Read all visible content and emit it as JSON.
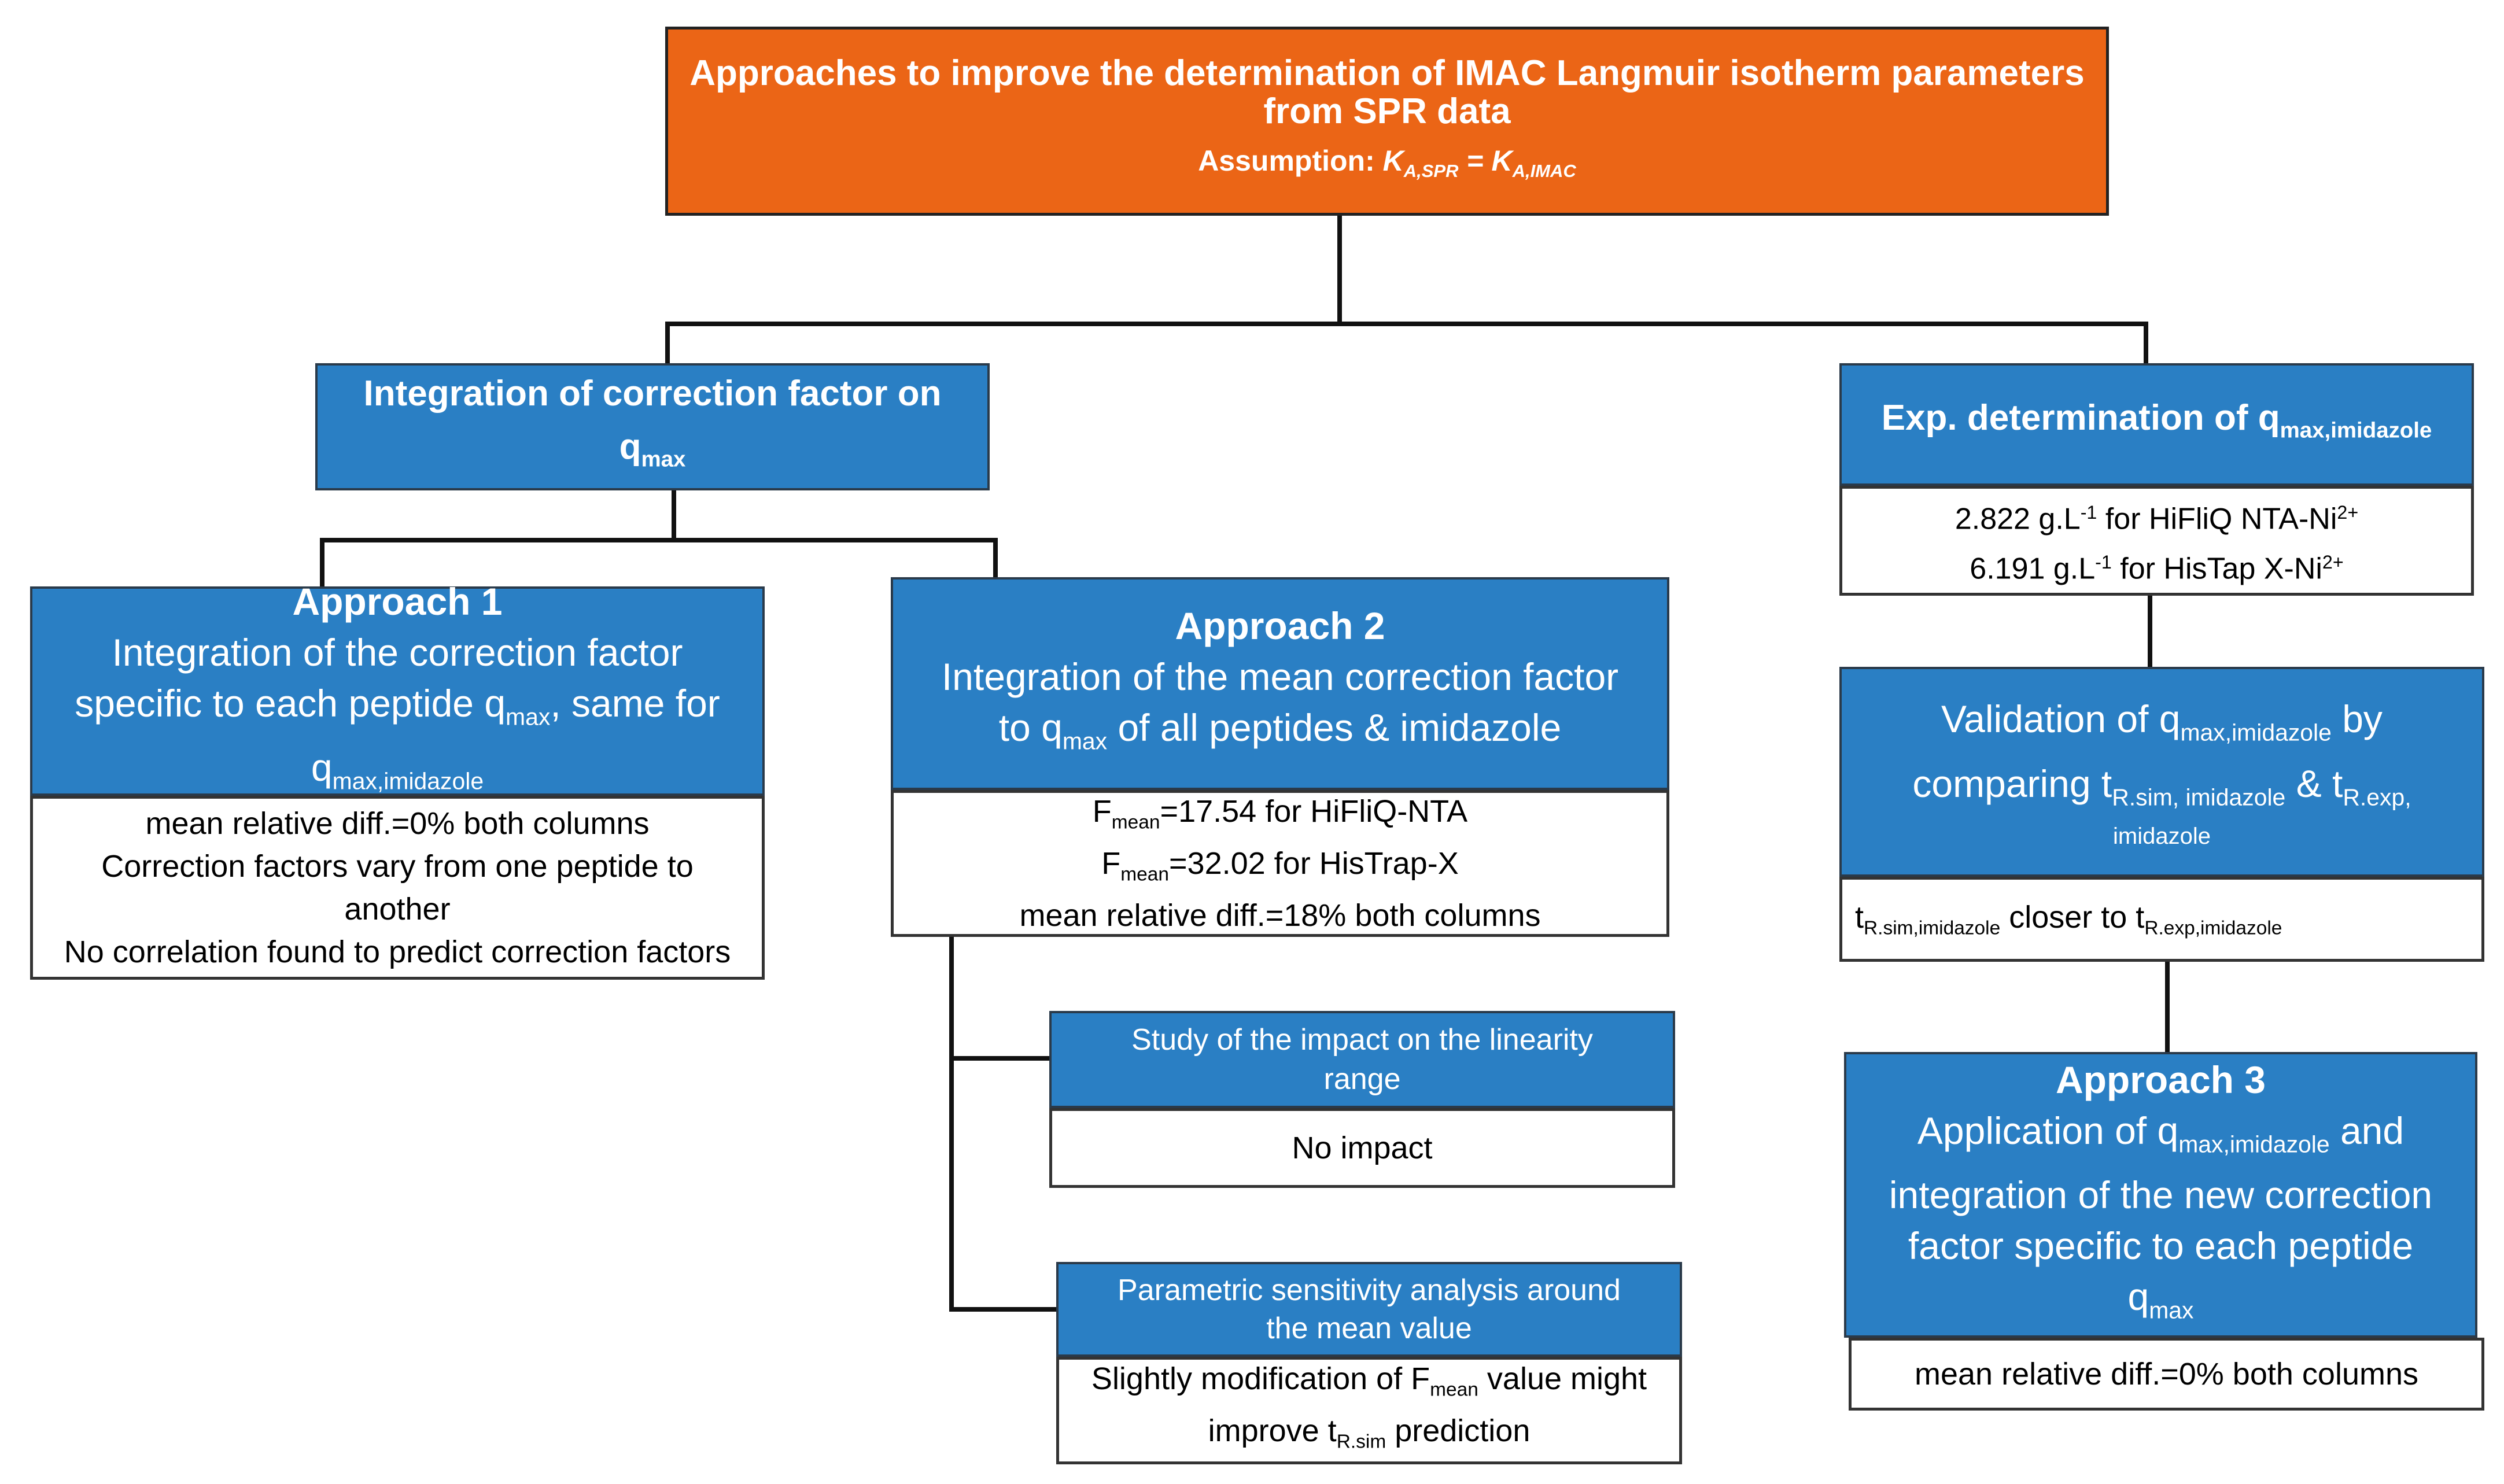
{
  "root": {
    "title_line1": "Approaches to improve the determination of IMAC Langmuir isotherm parameters",
    "title_line2": "from SPR data",
    "assumption_label": "Assumption: ",
    "assumption_K": "K",
    "assumption_sub1": "A,SPR",
    "assumption_eq": " = ",
    "assumption_sub2": "A,IMAC"
  },
  "correction": {
    "title": "Integration of correction factor on",
    "q": "q",
    "q_sub": "max"
  },
  "expdet": {
    "title": "Exp. determination of q",
    "q_sub": "max,imidazole",
    "line1_a": "2.822 g.L",
    "line1_sup": "-1",
    "line1_b": " for HiFliQ NTA-Ni",
    "line1_sup2": "2+",
    "line2_a": "6.191 g.L",
    "line2_sup": "-1",
    "line2_b": " for HisTap X-Ni",
    "line2_sup2": "2+"
  },
  "approach1": {
    "title": "Approach 1",
    "line1": "Integration of the correction factor",
    "line2_a": "specific to each peptide q",
    "line2_sub": "max",
    "line2_b": ", same for",
    "line3_q": "q",
    "line3_sub": "max,imidazole",
    "result1": "mean relative diff.=0% both columns",
    "result2": "Correction factors vary from one peptide to",
    "result3": "another",
    "result4": "No correlation found to predict correction factors"
  },
  "approach2": {
    "title": "Approach 2",
    "line1": "Integration of the mean correction factor",
    "line2_a": "to q",
    "line2_sub": "max",
    "line2_b": " of all peptides & imidazole",
    "r1_F": "F",
    "r1_sub": "mean",
    "r1_b": "=17.54 for HiFliQ-NTA",
    "r2_F": "F",
    "r2_sub": "mean",
    "r2_b": "=32.02 for HisTrap-X",
    "r3": "mean relative diff.=18% both columns"
  },
  "linearity": {
    "title_line1": "Study of the impact on the linearity",
    "title_line2": "range",
    "result": "No impact"
  },
  "sensitivity": {
    "title_line1": "Parametric sensitivity analysis around",
    "title_line2": "the mean value",
    "r1_a": "Slightly modification of F",
    "r1_sub": "mean",
    "r1_b": " value might",
    "r2_a": "improve t",
    "r2_sub": "R.sim",
    "r2_b": " prediction"
  },
  "validation": {
    "l1_a": "Validation of q",
    "l1_sub": "max,imidazole",
    "l1_b": " by",
    "l2_a": "comparing t",
    "l2_sub": "R.sim, imidazole",
    "l2_b": " & t",
    "l2_sub2": "R.exp,",
    "l3_sub": "imidazole",
    "r_t": "t",
    "r_sub": "R.sim,imidazole",
    "r_b": " closer to t",
    "r_sub2": "R.exp,imidazole"
  },
  "approach3": {
    "title": "Approach 3",
    "l1_a": "Application of q",
    "l1_sub": "max,imidazole",
    "l1_b": " and",
    "l2": "integration of the new correction",
    "l3": "factor specific to each peptide",
    "l4_q": "q",
    "l4_sub": "max",
    "result": "mean relative diff.=0% both columns"
  }
}
